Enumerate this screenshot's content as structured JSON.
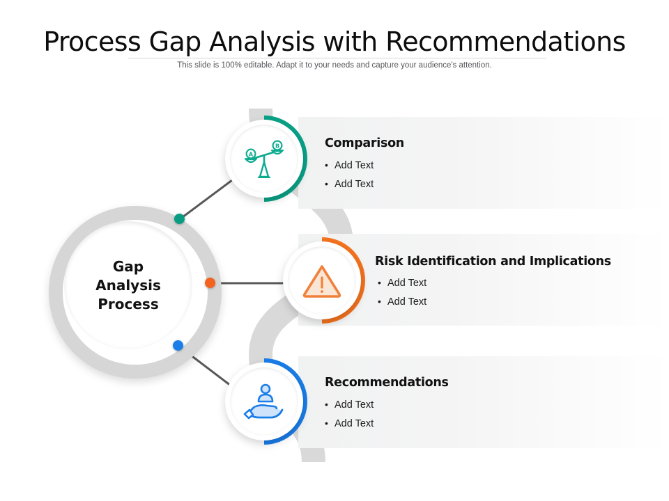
{
  "slide": {
    "title": "Process Gap Analysis with Recommendations",
    "subtitle": "This slide is 100% editable. Adapt it to your needs and capture your audience's attention."
  },
  "hub": {
    "line1": "Gap",
    "line2": "Analysis",
    "line3": "Process",
    "label_full": "Gap Analysis Process"
  },
  "sections": [
    {
      "id": "comparison",
      "heading": "Comparison",
      "bullets": [
        "Add Text",
        "Add Text"
      ],
      "color": "#09a287",
      "dot_color": "#089c83",
      "icon": "balance-scale-icon"
    },
    {
      "id": "risk",
      "heading": "Risk Identification and Implications",
      "bullets": [
        "Add Text",
        "Add Text"
      ],
      "color": "#f4731f",
      "dot_color": "#f4621f",
      "icon": "warning-triangle-icon"
    },
    {
      "id": "recommendations",
      "heading": "Recommendations",
      "bullets": [
        "Add Text",
        "Add Text"
      ],
      "color": "#1a7de8",
      "dot_color": "#1a7de8",
      "icon": "hand-holding-person-icon"
    }
  ],
  "icon_labels": {
    "scale_left": "A",
    "scale_right": "B"
  },
  "palette": {
    "teal": "#09a287",
    "orange": "#f4731f",
    "blue": "#1a7de8",
    "ribbon_gray": "#d9d9d9",
    "hub_ring_gray": "#d6d6d6",
    "panel_gray": "#f1f2f2",
    "connector_line": "#58585b",
    "title_text": "#0d0d0d",
    "subtitle_text": "#55565a"
  }
}
